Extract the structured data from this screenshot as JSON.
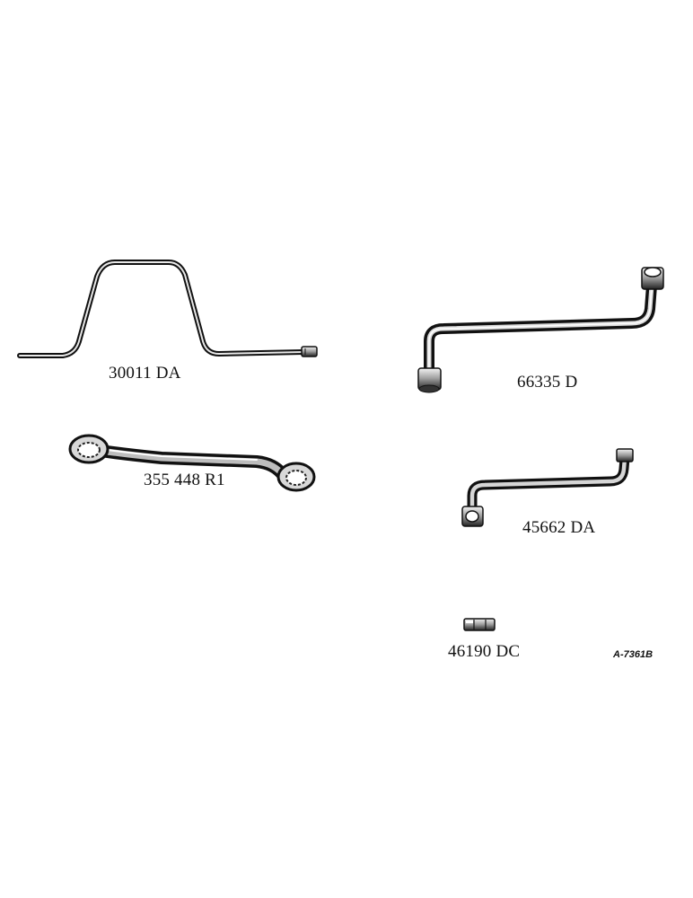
{
  "figure": {
    "reference_code": "A-7361B",
    "parts": [
      {
        "id": "30011",
        "label": "30011 DA"
      },
      {
        "id": "66335",
        "label": "66335 D"
      },
      {
        "id": "355448",
        "label": "355 448 R1"
      },
      {
        "id": "45662",
        "label": "45662 DA"
      },
      {
        "id": "46190",
        "label": "46190 DC"
      }
    ]
  },
  "colors": {
    "ink": "#111111",
    "background": "#ffffff"
  }
}
